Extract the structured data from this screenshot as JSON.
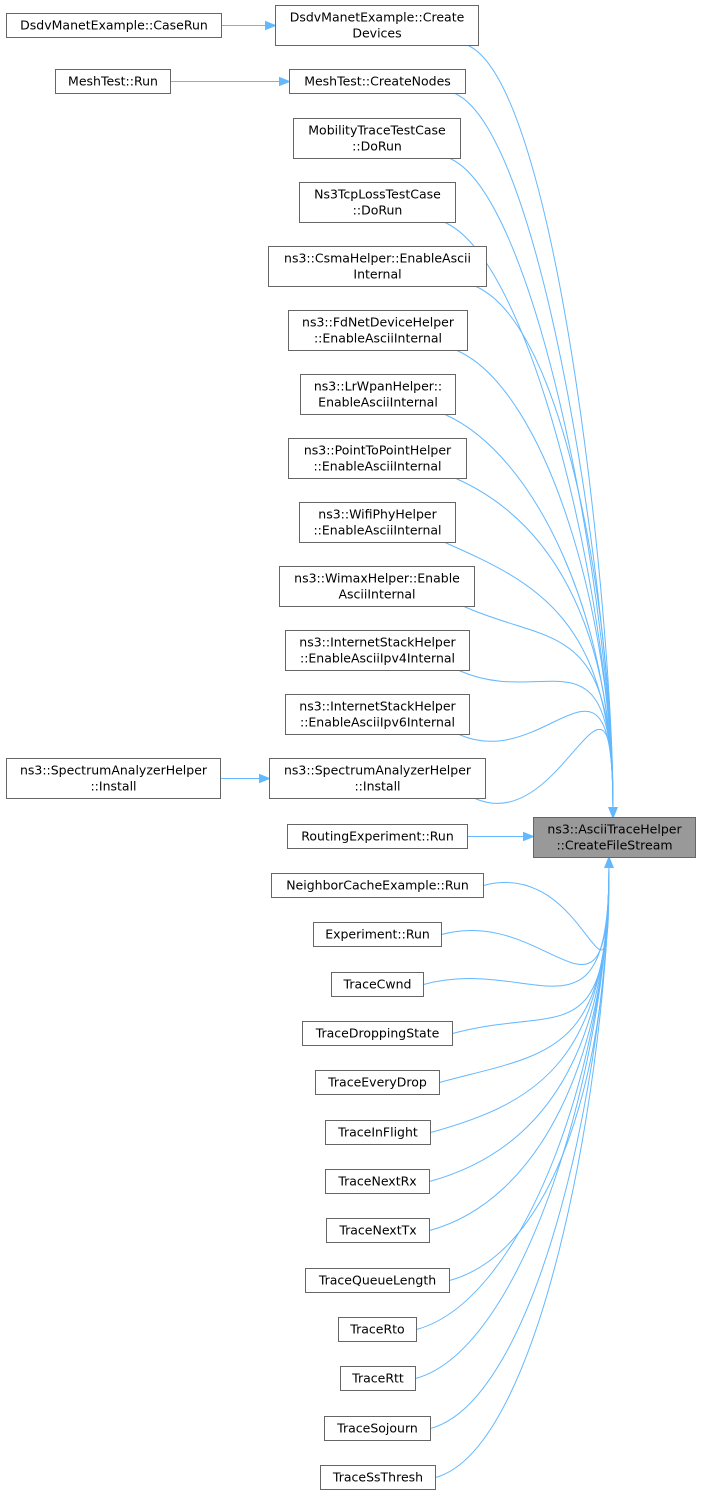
{
  "diagram": {
    "colors": {
      "edge": "#63b8ff",
      "node_border": "#666666",
      "node_fill": "#ffffff",
      "target_fill": "#999999",
      "text": "#000000"
    },
    "target": {
      "id": "target",
      "lines": [
        "ns3::AsciiTraceHelper",
        "::CreateFileStream"
      ]
    },
    "nodes": [
      {
        "id": "n1",
        "lines": [
          "DsdvManetExample::Create",
          "Devices"
        ]
      },
      {
        "id": "n1c",
        "lines": [
          "DsdvManetExample::CaseRun"
        ]
      },
      {
        "id": "n2",
        "lines": [
          "MeshTest::CreateNodes"
        ]
      },
      {
        "id": "n2c",
        "lines": [
          "MeshTest::Run"
        ]
      },
      {
        "id": "n3",
        "lines": [
          "MobilityTraceTestCase",
          "::DoRun"
        ]
      },
      {
        "id": "n4",
        "lines": [
          "Ns3TcpLossTestCase",
          "::DoRun"
        ]
      },
      {
        "id": "n5",
        "lines": [
          "ns3::CsmaHelper::EnableAscii",
          "Internal"
        ]
      },
      {
        "id": "n6",
        "lines": [
          "ns3::FdNetDeviceHelper",
          "::EnableAsciiInternal"
        ]
      },
      {
        "id": "n7",
        "lines": [
          "ns3::LrWpanHelper::",
          "EnableAsciiInternal"
        ]
      },
      {
        "id": "n8",
        "lines": [
          "ns3::PointToPointHelper",
          "::EnableAsciiInternal"
        ]
      },
      {
        "id": "n9",
        "lines": [
          "ns3::WifiPhyHelper",
          "::EnableAsciiInternal"
        ]
      },
      {
        "id": "n10",
        "lines": [
          "ns3::WimaxHelper::Enable",
          "AsciiInternal"
        ]
      },
      {
        "id": "n11",
        "lines": [
          "ns3::InternetStackHelper",
          "::EnableAsciiIpv4Internal"
        ]
      },
      {
        "id": "n12",
        "lines": [
          "ns3::InternetStackHelper",
          "::EnableAsciiIpv6Internal"
        ]
      },
      {
        "id": "n13",
        "lines": [
          "ns3::SpectrumAnalyzerHelper",
          "::Install"
        ]
      },
      {
        "id": "n13c",
        "lines": [
          "ns3::SpectrumAnalyzerHelper",
          "::Install"
        ]
      },
      {
        "id": "n14",
        "lines": [
          "RoutingExperiment::Run"
        ]
      },
      {
        "id": "n15",
        "lines": [
          "NeighborCacheExample::Run"
        ]
      },
      {
        "id": "n16",
        "lines": [
          "Experiment::Run"
        ]
      },
      {
        "id": "n17",
        "lines": [
          "TraceCwnd"
        ]
      },
      {
        "id": "n18",
        "lines": [
          "TraceDroppingState"
        ]
      },
      {
        "id": "n19",
        "lines": [
          "TraceEveryDrop"
        ]
      },
      {
        "id": "n20",
        "lines": [
          "TraceInFlight"
        ]
      },
      {
        "id": "n21",
        "lines": [
          "TraceNextRx"
        ]
      },
      {
        "id": "n22",
        "lines": [
          "TraceNextTx"
        ]
      },
      {
        "id": "n23",
        "lines": [
          "TraceQueueLength"
        ]
      },
      {
        "id": "n24",
        "lines": [
          "TraceRto"
        ]
      },
      {
        "id": "n25",
        "lines": [
          "TraceRtt"
        ]
      },
      {
        "id": "n26",
        "lines": [
          "TraceSojourn"
        ]
      },
      {
        "id": "n27",
        "lines": [
          "TraceSsThresh"
        ]
      }
    ],
    "edges": [
      {
        "from": "n1c",
        "to": "n1"
      },
      {
        "from": "n2c",
        "to": "n2"
      },
      {
        "from": "n13c",
        "to": "n13"
      },
      {
        "from": "n1",
        "to": "target"
      },
      {
        "from": "n2",
        "to": "target"
      },
      {
        "from": "n3",
        "to": "target"
      },
      {
        "from": "n4",
        "to": "target"
      },
      {
        "from": "n5",
        "to": "target"
      },
      {
        "from": "n6",
        "to": "target"
      },
      {
        "from": "n7",
        "to": "target"
      },
      {
        "from": "n8",
        "to": "target"
      },
      {
        "from": "n9",
        "to": "target"
      },
      {
        "from": "n10",
        "to": "target"
      },
      {
        "from": "n11",
        "to": "target"
      },
      {
        "from": "n12",
        "to": "target"
      },
      {
        "from": "n13",
        "to": "target"
      },
      {
        "from": "n14",
        "to": "target"
      },
      {
        "from": "n15",
        "to": "target"
      },
      {
        "from": "n16",
        "to": "target"
      },
      {
        "from": "n17",
        "to": "target"
      },
      {
        "from": "n18",
        "to": "target"
      },
      {
        "from": "n19",
        "to": "target"
      },
      {
        "from": "n20",
        "to": "target"
      },
      {
        "from": "n21",
        "to": "target"
      },
      {
        "from": "n22",
        "to": "target"
      },
      {
        "from": "n23",
        "to": "target"
      },
      {
        "from": "n24",
        "to": "target"
      },
      {
        "from": "n25",
        "to": "target"
      },
      {
        "from": "n26",
        "to": "target"
      },
      {
        "from": "n27",
        "to": "target"
      }
    ]
  }
}
